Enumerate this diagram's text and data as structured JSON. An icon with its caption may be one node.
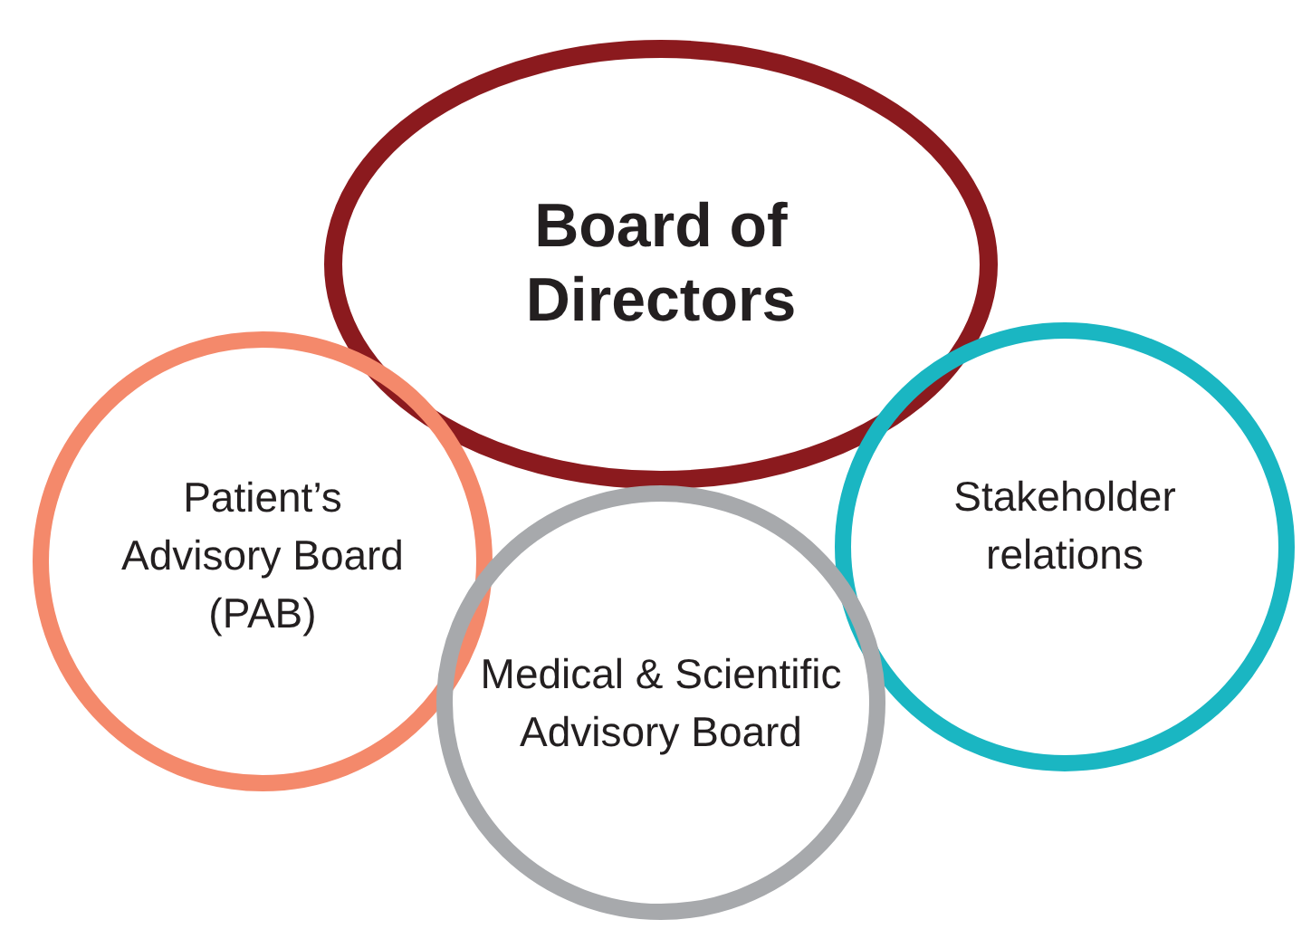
{
  "diagram": {
    "nodes": [
      {
        "text": [
          "Board of Directors"
        ]
      },
      {
        "text": [
          "Patient’s Advisory Board (PAB)"
        ]
      },
      {
        "text": [
          "Medical & Scientific Advisory Board"
        ]
      },
      {
        "text": [
          "Stakeholder relations"
        ]
      }
    ]
  }
}
